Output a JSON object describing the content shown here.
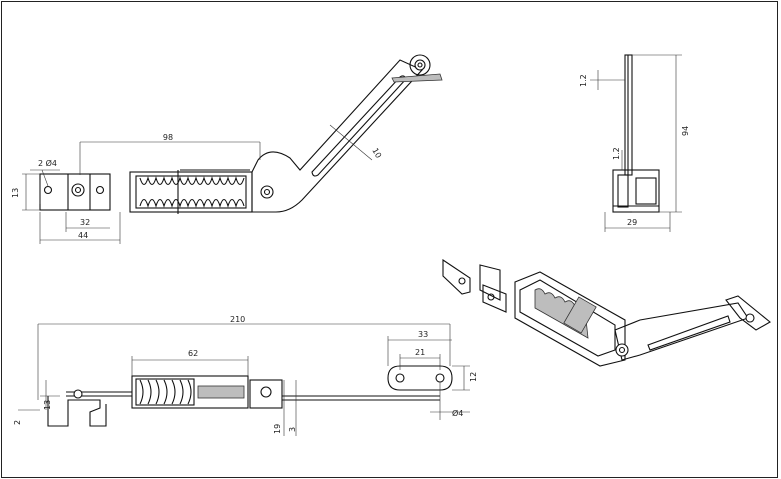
{
  "dimensions": {
    "top_left_height": "13",
    "top_hole_dia": "2 Ø4",
    "top_length_98": "98",
    "top_width_32": "32",
    "top_width_44": "44",
    "top_slot_width": "10",
    "right_thickness": "1.2",
    "right_inner_thickness": "1.2",
    "right_height": "94",
    "right_width": "29",
    "bottom_total": "210",
    "bottom_spring_len": "62",
    "bottom_plate_33": "33",
    "bottom_plate_21": "21",
    "bottom_plate_12": "12",
    "bottom_hole_dia": "Ø4",
    "bottom_height_13": "13",
    "bottom_height_2": "2",
    "bottom_height_19": "19",
    "bottom_height_3": "3"
  },
  "colors": {
    "line": "#111111",
    "dimension": "#333333",
    "fill": "#bdbdbd"
  }
}
